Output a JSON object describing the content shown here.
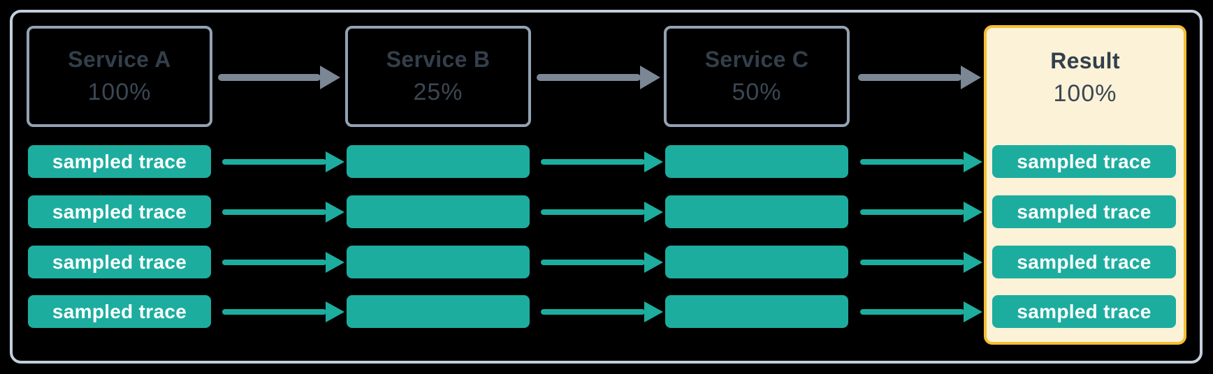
{
  "diagram": {
    "nodes": [
      {
        "id": "service-a",
        "title": "Service A",
        "value": "100%"
      },
      {
        "id": "service-b",
        "title": "Service B",
        "value": "25%"
      },
      {
        "id": "service-c",
        "title": "Service C",
        "value": "50%"
      },
      {
        "id": "result",
        "title": "Result",
        "value": "100%"
      }
    ],
    "edges": [
      {
        "from": "Service A",
        "to": "Service B"
      },
      {
        "from": "Service B",
        "to": "Service C"
      },
      {
        "from": "Service C",
        "to": "Result"
      }
    ],
    "trace_label": "sampled trace",
    "trace_rows": 4,
    "colors": {
      "background": "#000000",
      "frame_border": "#C4CFDC",
      "service_box_border": "#93A2B4",
      "service_text": "#333F4B",
      "arrow_gray": "#7B8794",
      "trace_teal": "#1DAD9F",
      "trace_text": "#FFFFFF",
      "result_fill": "#FBF2D7",
      "result_border": "#F4BF33"
    }
  }
}
